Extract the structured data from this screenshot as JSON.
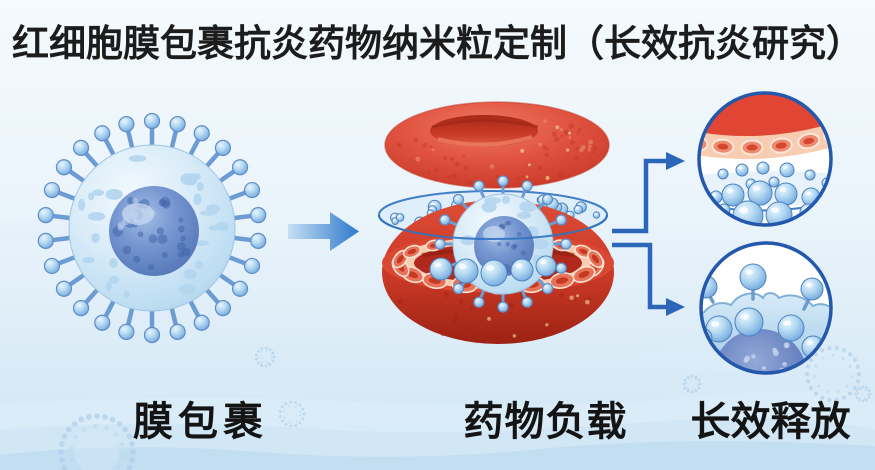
{
  "title": {
    "text": "红细胞膜包裹抗炎药物纳米粒定制（长效抗炎研究）"
  },
  "steps": [
    {
      "label": "膜包裹",
      "illustration_icon": "spiky-membrane-coated-nanoparticle-icon"
    },
    {
      "label": "药物负载",
      "illustration_icon": "exploded-red-blood-cell-drug-loading-icon"
    },
    {
      "label": "长效释放",
      "illustration_icon": "magnified-sustained-release-views-icon"
    }
  ],
  "colors": {
    "title_text": "#1c1c1c",
    "label_text": "#141414",
    "background_top": "#f4fafd",
    "background_bottom": "#cfe5f4",
    "arrow_blue": "#2e79cc",
    "connector_blue": "#2b66b8",
    "view_border_blue": "#2458ac",
    "nanoparticle_shell_blue": "#cde5f6",
    "nanoparticle_core_blue": "#5b7cbd",
    "spike_blue": "#6d9bd4",
    "rbc_red": "#dd4a34",
    "rbc_interior_red": "#b1281d",
    "rbc_rim_cream": "#f6cdae",
    "drug_sphere_blue": "#7fb2e2",
    "membrane_disc_blue": "#d9ebf9"
  }
}
